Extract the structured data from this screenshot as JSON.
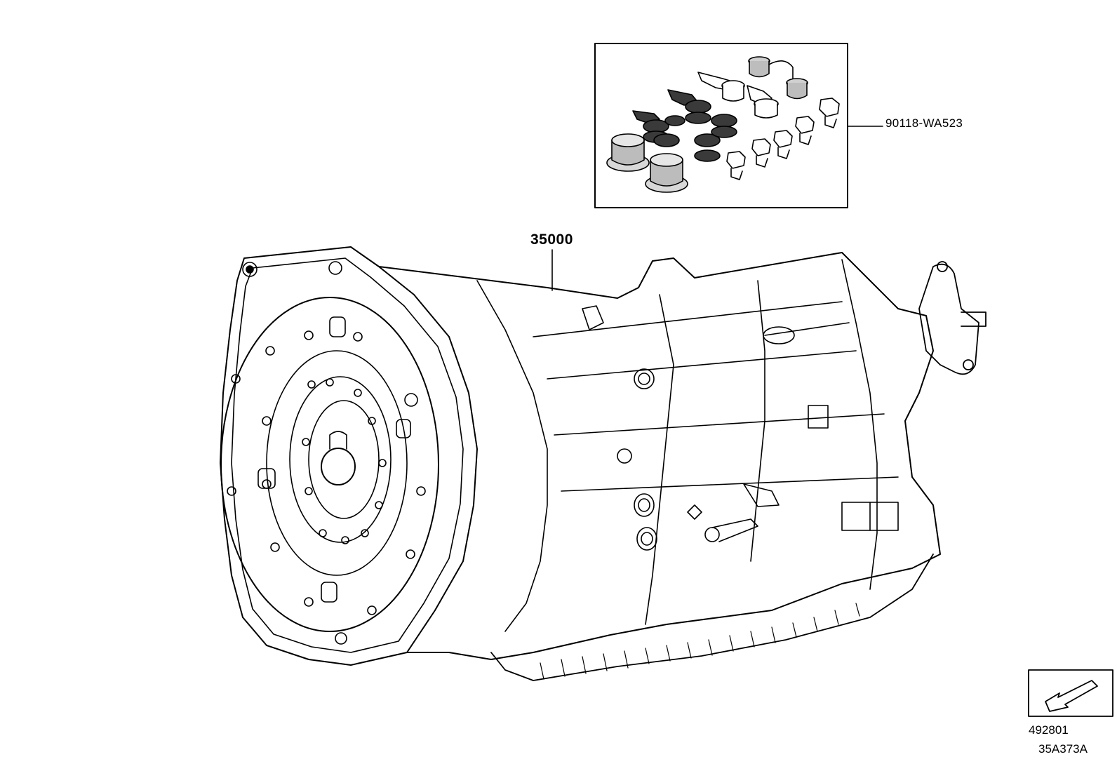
{
  "parts": [
    {
      "part_number": "35000"
    },
    {
      "part_number": "90118-WA523"
    }
  ],
  "figure": {
    "code": "492801",
    "illustration_id": "35A373A"
  },
  "icons": {
    "orientation_arrow": "arrow-icon"
  }
}
